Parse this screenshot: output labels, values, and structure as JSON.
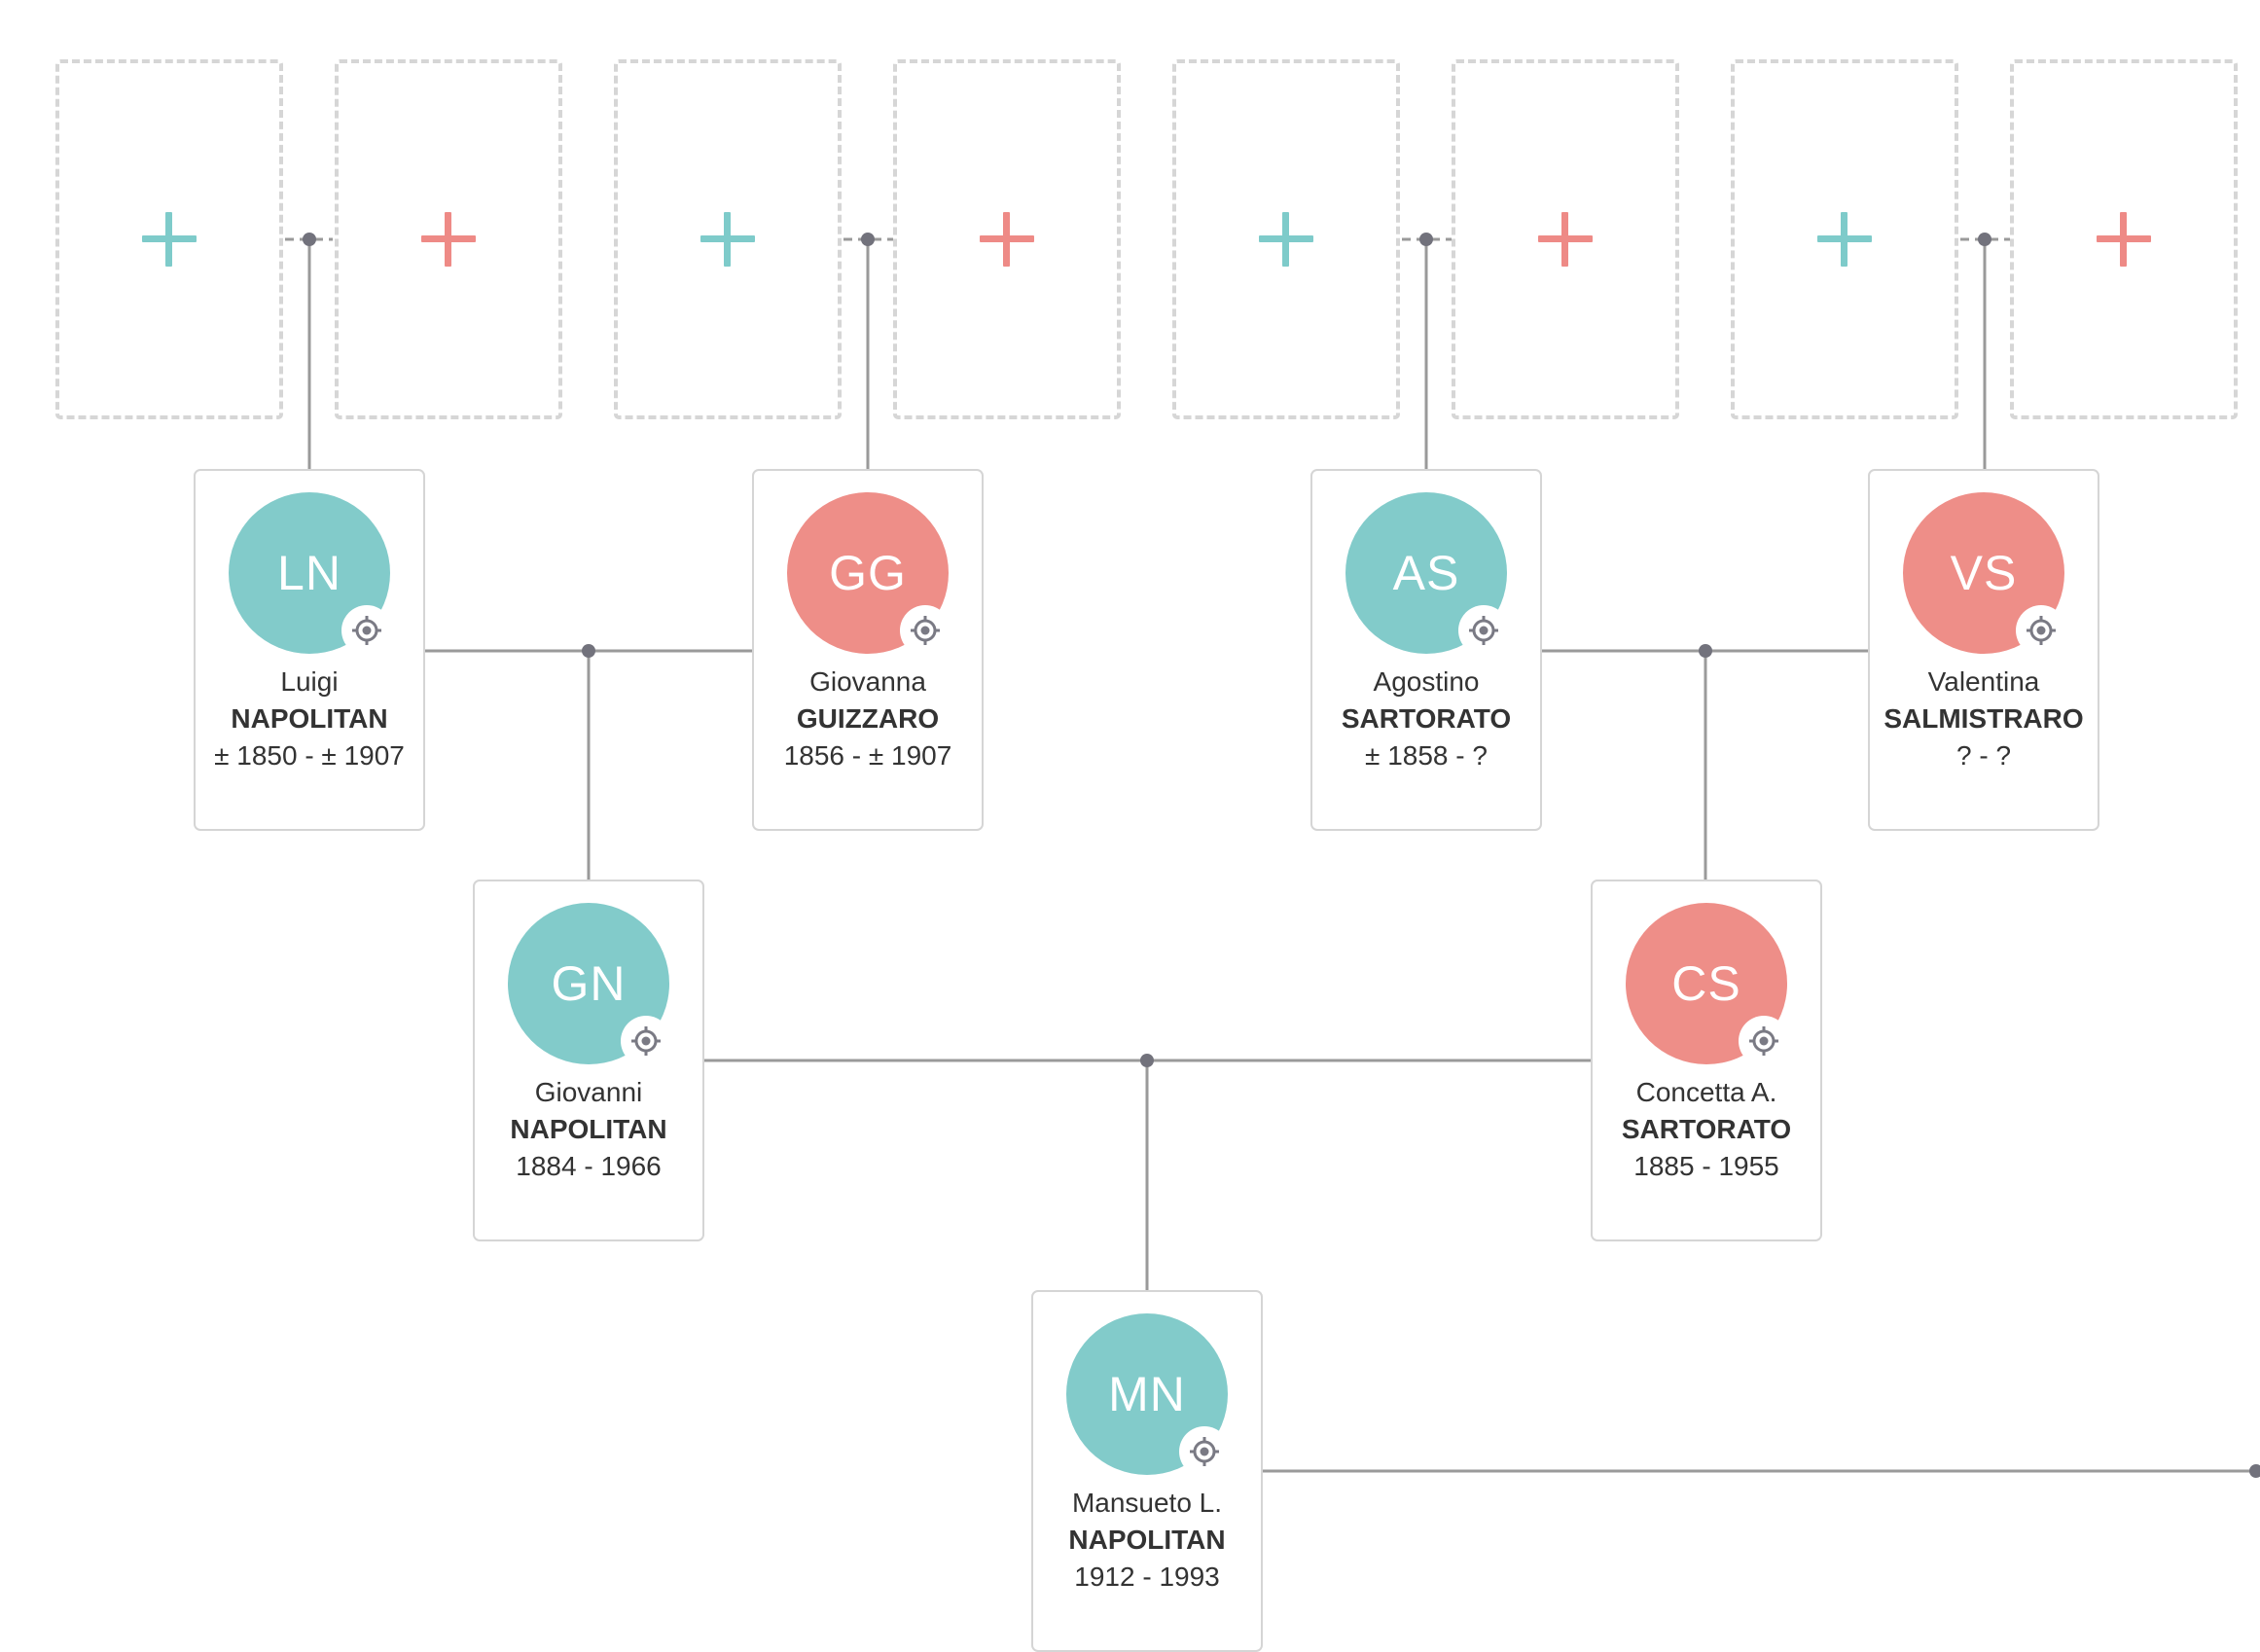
{
  "colors": {
    "male": "#82cbca",
    "female": "#ee8e88",
    "line": "#9a9a9a",
    "dot": "#72727c",
    "placeholder_border": "#d6d6d6",
    "card_border": "#d5d5d5"
  },
  "icons": {
    "add_parent": "plus-icon",
    "locate": "crosshair-icon"
  },
  "people": {
    "luigi": {
      "initials": "LN",
      "given": "Luigi",
      "surname": "NAPOLITAN",
      "dates": "± 1850 - ± 1907",
      "gender": "male"
    },
    "giovanna": {
      "initials": "GG",
      "given": "Giovanna",
      "surname": "GUIZZARO",
      "dates": "1856 - ± 1907",
      "gender": "female"
    },
    "agostino": {
      "initials": "AS",
      "given": "Agostino",
      "surname": "SARTORATO",
      "dates": "± 1858 - ?",
      "gender": "male"
    },
    "valentina": {
      "initials": "VS",
      "given": "Valentina",
      "surname": "SALMISTRARO",
      "dates": "? - ?",
      "gender": "female"
    },
    "giovanni": {
      "initials": "GN",
      "given": "Giovanni",
      "surname": "NAPOLITAN",
      "dates": "1884 - 1966",
      "gender": "male"
    },
    "concetta": {
      "initials": "CS",
      "given": "Concetta A.",
      "surname": "SARTORATO",
      "dates": "1885 - 1955",
      "gender": "female"
    },
    "mansueto": {
      "initials": "MN",
      "given": "Mansueto L.",
      "surname": "NAPOLITAN",
      "dates": "1912 - 1993",
      "gender": "male"
    }
  }
}
